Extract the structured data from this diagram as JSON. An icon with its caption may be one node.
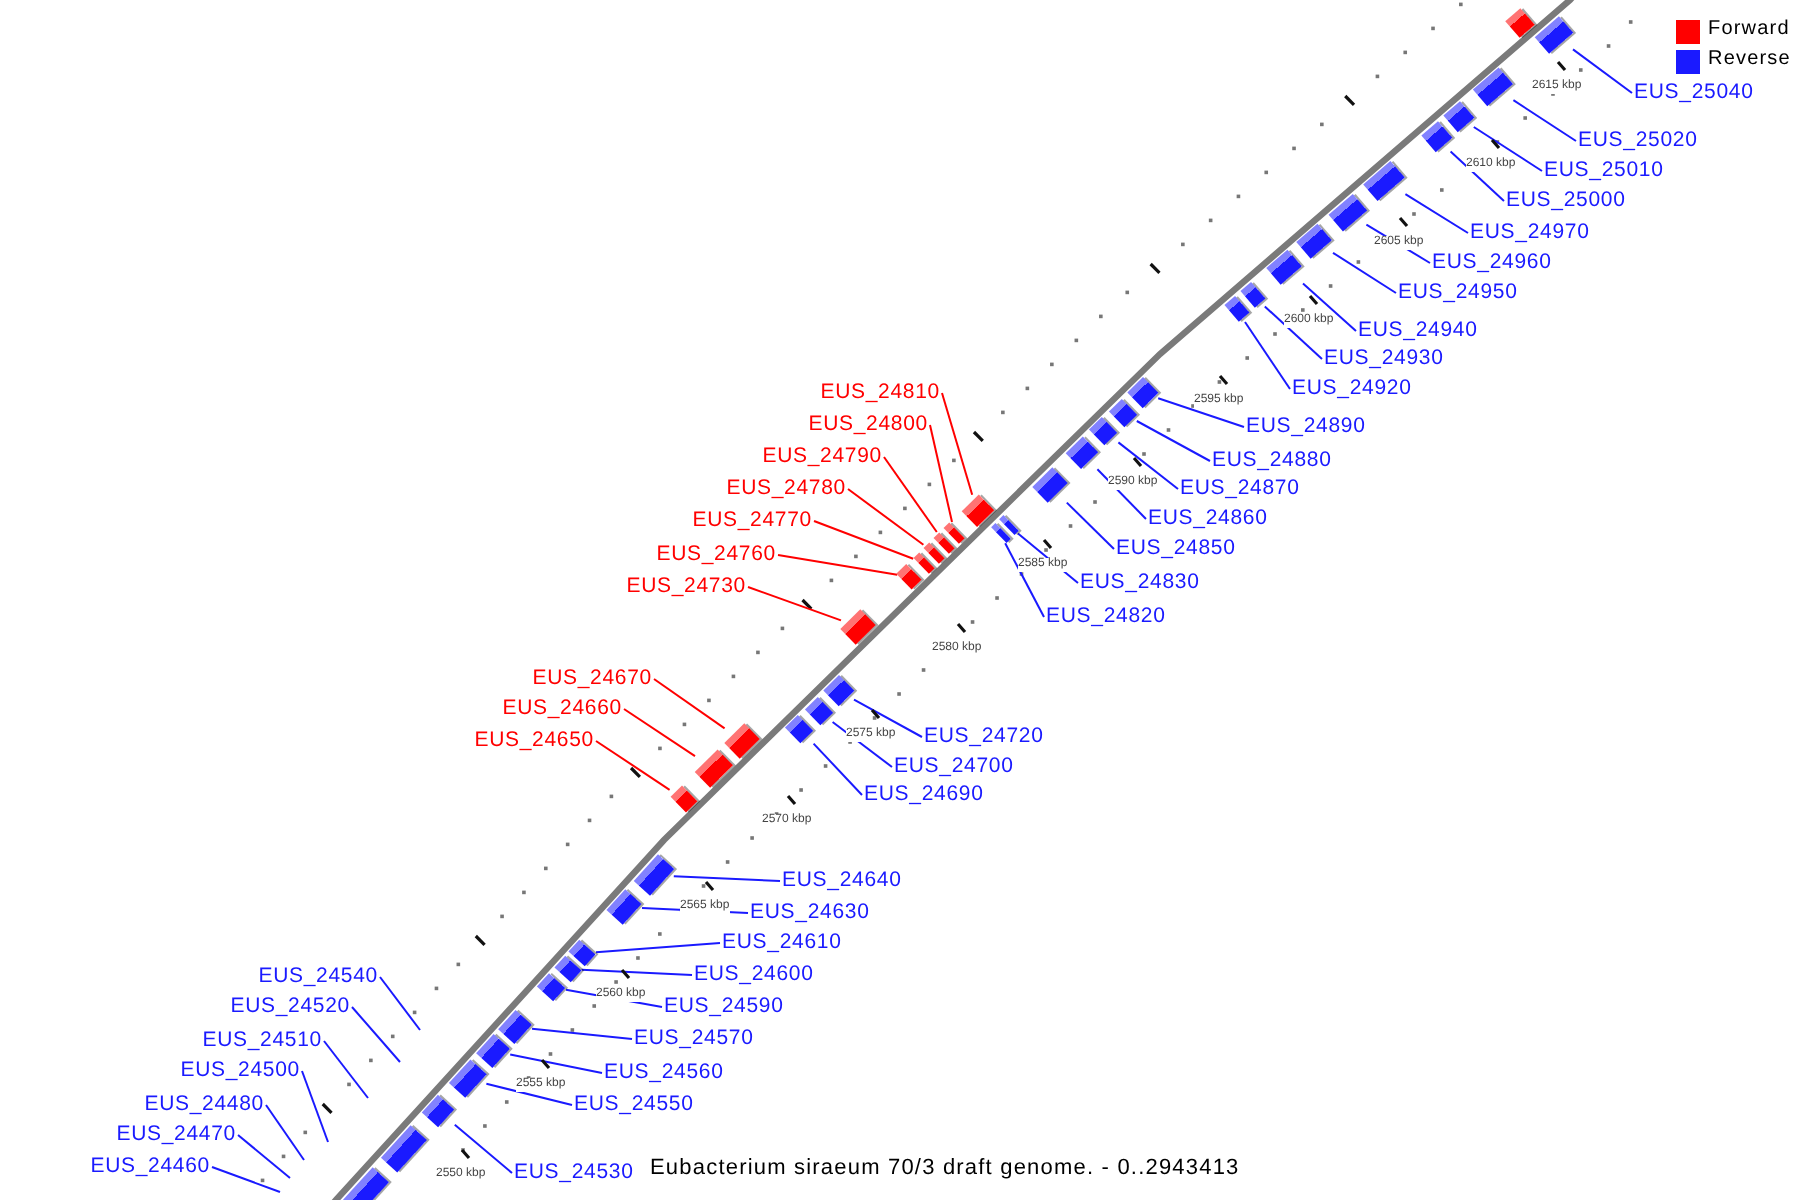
{
  "diagram": {
    "caption": "Eubacterium siraeum 70/3 draft genome. - 0..2943413",
    "nodes": [
      {
        "text": [
          "EUS_25040"
        ]
      },
      {
        "text": [],
        "shape": "bar"
      },
      {
        "text": [
          "EUS_25020"
        ]
      },
      {
        "text": [],
        "shape": "bar"
      },
      {
        "text": [
          "EUS_25010"
        ]
      },
      {
        "text": [],
        "shape": "bar"
      },
      {
        "text": [
          "EUS_25000"
        ]
      },
      {
        "text": [],
        "shape": "bar"
      },
      {
        "text": [
          "EUS_24970"
        ]
      },
      {
        "text": [],
        "shape": "bar"
      },
      {
        "text": [
          "EUS_24960"
        ]
      },
      {
        "text": [],
        "shape": "bar"
      },
      {
        "text": [
          "EUS_24950"
        ]
      },
      {
        "text": [],
        "shape": "bar"
      },
      {
        "text": [
          "EUS_24940"
        ]
      },
      {
        "text": [],
        "shape": "bar"
      },
      {
        "text": [
          "EUS_24930"
        ]
      },
      {
        "text": [],
        "shape": "bar"
      },
      {
        "text": [
          "EUS_24920"
        ]
      },
      {
        "text": [],
        "shape": "bar"
      },
      {
        "text": [
          "EUS_24890"
        ]
      },
      {
        "text": [],
        "shape": "bar"
      },
      {
        "text": [
          "EUS_24880"
        ]
      },
      {
        "text": [],
        "shape": "bar"
      },
      {
        "text": [
          "EUS_24870"
        ]
      },
      {
        "text": [],
        "shape": "bar"
      },
      {
        "text": [
          "EUS_24860"
        ]
      },
      {
        "text": [],
        "shape": "bar"
      },
      {
        "text": [
          "EUS_24850"
        ]
      },
      {
        "text": [],
        "shape": "bar"
      },
      {
        "text": [
          "EUS_24830"
        ]
      },
      {
        "text": [],
        "shape": "bar"
      },
      {
        "text": [
          "EUS_24820"
        ]
      },
      {
        "text": [],
        "shape": "bar"
      },
      {
        "text": [
          "EUS_24720"
        ]
      },
      {
        "text": [],
        "shape": "bar"
      },
      {
        "text": [
          "EUS_24700"
        ]
      },
      {
        "text": [],
        "shape": "bar"
      },
      {
        "text": [
          "EUS_24690"
        ]
      },
      {
        "text": [],
        "shape": "bar"
      },
      {
        "text": [
          "EUS_24640"
        ]
      },
      {
        "text": [],
        "shape": "bar"
      },
      {
        "text": [
          "EUS_24630"
        ]
      },
      {
        "text": [],
        "shape": "bar"
      },
      {
        "text": [
          "EUS_24610"
        ]
      },
      {
        "text": [],
        "shape": "bar"
      },
      {
        "text": [
          "EUS_24600"
        ]
      },
      {
        "text": [],
        "shape": "bar"
      },
      {
        "text": [
          "EUS_24590"
        ]
      },
      {
        "text": [],
        "shape": "bar"
      },
      {
        "text": [
          "EUS_24570"
        ]
      },
      {
        "text": [],
        "shape": "bar"
      },
      {
        "text": [
          "EUS_24560"
        ]
      },
      {
        "text": [],
        "shape": "bar"
      },
      {
        "text": [
          "EUS_24550"
        ]
      },
      {
        "text": [],
        "shape": "bar"
      },
      {
        "text": [
          "EUS_24530"
        ]
      },
      {
        "text": [],
        "shape": "bar"
      },
      {
        "text": [
          "EUS_24810"
        ]
      },
      {
        "text": [],
        "shape": "bar"
      },
      {
        "text": [
          "EUS_24800"
        ]
      },
      {
        "text": [],
        "shape": "bar"
      },
      {
        "text": [
          "EUS_24790"
        ]
      },
      {
        "text": [],
        "shape": "bar"
      },
      {
        "text": [
          "EUS_24780"
        ]
      },
      {
        "text": [],
        "shape": "bar"
      },
      {
        "text": [
          "EUS_24770"
        ]
      },
      {
        "text": [],
        "shape": "bar"
      },
      {
        "text": [
          "EUS_24760"
        ]
      },
      {
        "text": [],
        "shape": "bar"
      },
      {
        "text": [
          "EUS_24730"
        ]
      },
      {
        "text": [],
        "shape": "bar"
      },
      {
        "text": [
          "EUS_24670"
        ]
      },
      {
        "text": [],
        "shape": "bar"
      },
      {
        "text": [
          "EUS_24660"
        ]
      },
      {
        "text": [],
        "shape": "bar"
      },
      {
        "text": [
          "EUS_24650"
        ]
      },
      {
        "text": [],
        "shape": "bar"
      },
      {
        "text": [
          "EUS_24540"
        ]
      },
      {
        "text": [
          "EUS_24520"
        ]
      },
      {
        "text": [
          "EUS_24510"
        ]
      },
      {
        "text": [
          "EUS_24500"
        ]
      },
      {
        "text": [
          "EUS_24480"
        ]
      },
      {
        "text": [
          "EUS_24470"
        ]
      },
      {
        "text": [
          "EUS_24460"
        ]
      },
      {
        "text": [],
        "shape": "bar"
      },
      {
        "text": [],
        "shape": "bar"
      },
      {
        "text": [],
        "shape": "bar"
      }
    ],
    "edges": [
      {
        "from": 0,
        "to": 1,
        "arrow": "none"
      },
      {
        "from": 2,
        "to": 3,
        "arrow": "none"
      },
      {
        "from": 4,
        "to": 5,
        "arrow": "none"
      },
      {
        "from": 6,
        "to": 7,
        "arrow": "none"
      },
      {
        "from": 8,
        "to": 9,
        "arrow": "none"
      },
      {
        "from": 10,
        "to": 11,
        "arrow": "none"
      },
      {
        "from": 12,
        "to": 13,
        "arrow": "none"
      },
      {
        "from": 14,
        "to": 15,
        "arrow": "none"
      },
      {
        "from": 16,
        "to": 17,
        "arrow": "none"
      },
      {
        "from": 18,
        "to": 19,
        "arrow": "none"
      },
      {
        "from": 20,
        "to": 21,
        "arrow": "none"
      },
      {
        "from": 22,
        "to": 23,
        "arrow": "none"
      },
      {
        "from": 24,
        "to": 25,
        "arrow": "none"
      },
      {
        "from": 26,
        "to": 27,
        "arrow": "none"
      },
      {
        "from": 28,
        "to": 29,
        "arrow": "none"
      },
      {
        "from": 30,
        "to": 31,
        "arrow": "none"
      },
      {
        "from": 32,
        "to": 33,
        "arrow": "none"
      },
      {
        "from": 34,
        "to": 35,
        "arrow": "none"
      },
      {
        "from": 36,
        "to": 37,
        "arrow": "none"
      },
      {
        "from": 38,
        "to": 39,
        "arrow": "none"
      },
      {
        "from": 40,
        "to": 41,
        "arrow": "none"
      },
      {
        "from": 42,
        "to": 43,
        "arrow": "none"
      },
      {
        "from": 44,
        "to": 45,
        "arrow": "none"
      },
      {
        "from": 46,
        "to": 47,
        "arrow": "none"
      },
      {
        "from": 48,
        "to": 49,
        "arrow": "none"
      },
      {
        "from": 50,
        "to": 51,
        "arrow": "none"
      },
      {
        "from": 52,
        "to": 53,
        "arrow": "none"
      },
      {
        "from": 54,
        "to": 55,
        "arrow": "none"
      },
      {
        "from": 56,
        "to": 57,
        "arrow": "none"
      },
      {
        "from": 58,
        "to": 59,
        "arrow": "none",
        "color": "#ff0000"
      },
      {
        "from": 60,
        "to": 61,
        "arrow": "none",
        "color": "#ff0000"
      },
      {
        "from": 62,
        "to": 63,
        "arrow": "none",
        "color": "#ff0000"
      },
      {
        "from": 64,
        "to": 65,
        "arrow": "none",
        "color": "#ff0000"
      },
      {
        "from": 66,
        "to": 67,
        "arrow": "none",
        "color": "#ff0000"
      },
      {
        "from": 68,
        "to": 69,
        "arrow": "none",
        "color": "#ff0000"
      },
      {
        "from": 70,
        "to": 71,
        "arrow": "none",
        "color": "#ff0000"
      },
      {
        "from": 72,
        "to": 73,
        "arrow": "none",
        "color": "#ff0000"
      },
      {
        "from": 74,
        "to": 75,
        "arrow": "none",
        "color": "#ff0000"
      },
      {
        "from": 76,
        "to": 77,
        "arrow": "none",
        "color": "#ff0000"
      },
      {
        "from": 78,
        "to": null,
        "arrow": "none"
      },
      {
        "from": 79,
        "to": null,
        "arrow": "none"
      },
      {
        "from": 80,
        "to": null,
        "arrow": "none"
      },
      {
        "from": 81,
        "to": null,
        "arrow": "none"
      },
      {
        "from": 82,
        "to": null,
        "arrow": "none"
      },
      {
        "from": 83,
        "to": null,
        "arrow": "none"
      },
      {
        "from": 84,
        "to": null,
        "arrow": "none"
      }
    ],
    "labels": [
      "2615 kbp",
      "2610 kbp",
      "2605 kbp",
      "2600 kbp",
      "2595 kbp",
      "2590 kbp",
      "2585 kbp",
      "2580 kbp",
      "2575 kbp",
      "2570 kbp",
      "2565 kbp",
      "2560 kbp",
      "2555 kbp",
      "2550 kbp"
    ],
    "legend": [
      {
        "text": "Forward",
        "color": "#ff0000"
      },
      {
        "text": "Reverse",
        "color": "#1a1aff"
      }
    ]
  }
}
